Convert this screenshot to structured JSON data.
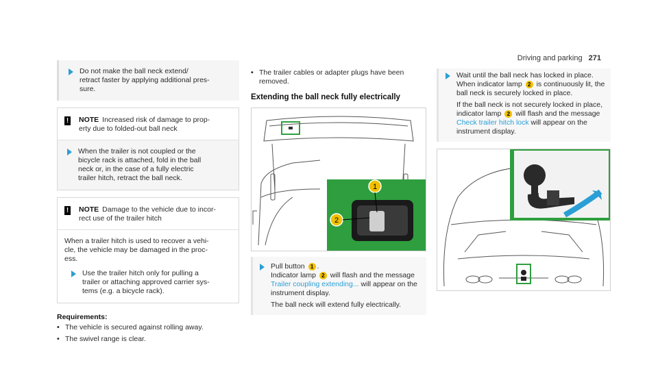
{
  "header": {
    "section": "Driving and parking",
    "page": "271"
  },
  "col1": {
    "step1": "Do not make the ball neck extend/\nretract faster by applying additional pres-\nsure.",
    "note1": {
      "label": "NOTE",
      "text": "Increased risk of damage to prop-\nerty due to folded-out ball neck"
    },
    "step2": "When the trailer is not coupled or the\nbicycle rack is attached, fold in the ball\nneck or, in the case of a fully electric\ntrailer hitch, retract the ball neck.",
    "note2": {
      "label": "NOTE",
      "text": "Damage to the vehicle due to incor-\nrect use of the trailer hitch",
      "body": "When a trailer hitch is used to recover a vehi-\ncle, the vehicle may be damaged in the proc-\ness.",
      "step": "Use the trailer hitch only for pulling a\ntrailer or attaching approved carrier sys-\ntems (e.g. a bicycle rack)."
    },
    "requirements_label": "Requirements:",
    "req1": "The vehicle is secured against rolling away.",
    "req2": "The swivel range is clear."
  },
  "col2": {
    "bullet": "The trailer cables or adapter plugs have been\nremoved.",
    "title": "Extending the ball neck fully electrically",
    "step_a": "Pull button",
    "step_b": "Indicator lamp",
    "step_c": "will flash and the message",
    "msg": "Trailer coupling extending...",
    "step_d": "will appear on the\ninstrument display.",
    "step_e": "The ball neck will extend fully electrically."
  },
  "col3": {
    "step_a": "Wait until the ball neck has locked in place.\nWhen indicator lamp",
    "step_b": "is continuously lit, the\nball neck is securely locked in place.",
    "step_c": "If the ball neck is not securely locked in place,\nindicator lamp",
    "step_d": "will flash and the message",
    "msg": "Check trailer hitch lock",
    "step_e": "will appear on the\ninstrument display."
  },
  "markers": {
    "one": "1",
    "two": "2"
  },
  "colors": {
    "accent": "#2a9fd6",
    "marker": "#f0c000",
    "callout": "#2e9e3e"
  }
}
